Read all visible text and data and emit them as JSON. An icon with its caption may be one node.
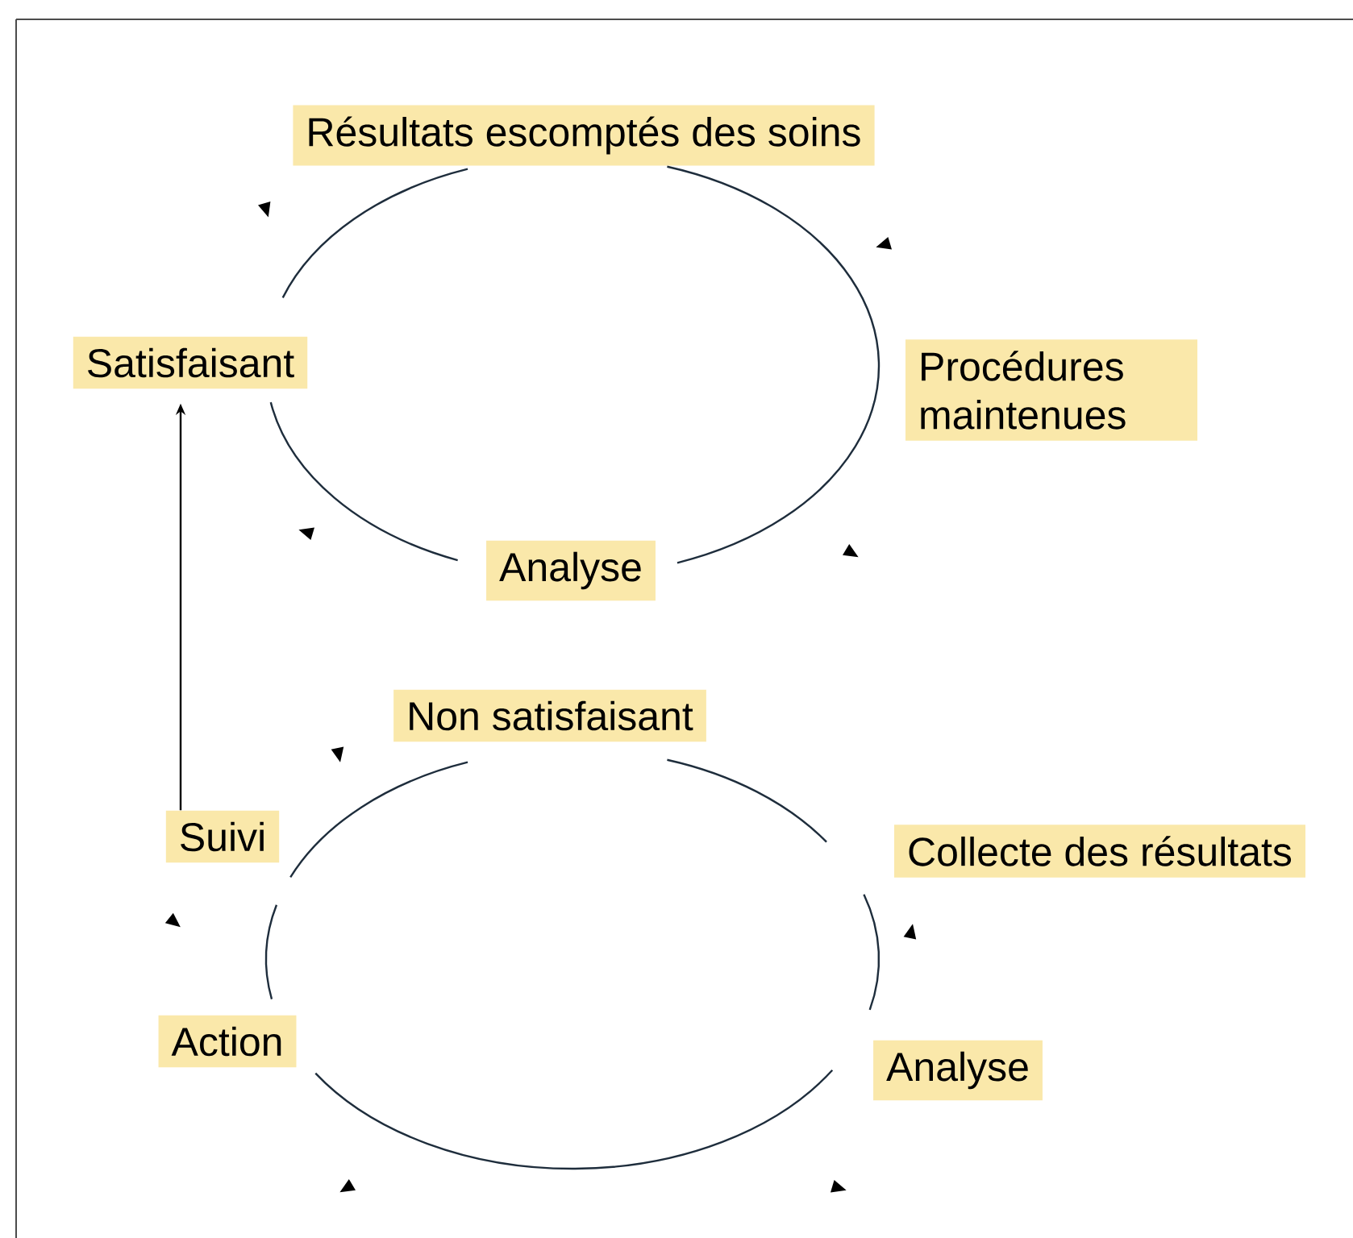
{
  "diagram": {
    "nodes": [
      {
        "text": [
          "Résultats escomptés des soins"
        ]
      },
      {
        "text": [
          "Satisfaisant"
        ]
      },
      {
        "text": [
          "Procédures maintenues"
        ]
      },
      {
        "text": [
          "Analyse"
        ]
      },
      {
        "text": [
          "Non satisfaisant"
        ]
      },
      {
        "text": [
          "Suivi"
        ]
      },
      {
        "text": [
          "Collecte des résultats"
        ]
      },
      {
        "text": [
          "Action"
        ]
      },
      {
        "text": [
          "Analyse"
        ]
      }
    ],
    "edges": [
      {
        "from": 0,
        "to": 3,
        "arrow": "none"
      },
      {
        "from": 3,
        "to": 1,
        "arrow": "none"
      },
      {
        "from": 1,
        "to": 0,
        "arrow": "none"
      },
      {
        "from": 4,
        "to": 6,
        "arrow": "none"
      },
      {
        "from": 6,
        "to": 8,
        "arrow": "none"
      },
      {
        "from": 8,
        "to": 7,
        "arrow": "none"
      },
      {
        "from": 7,
        "to": 5,
        "arrow": "none"
      },
      {
        "from": 5,
        "to": 4,
        "arrow": "none"
      },
      {
        "from": 5,
        "to": 1,
        "arrow": "to"
      }
    ]
  }
}
